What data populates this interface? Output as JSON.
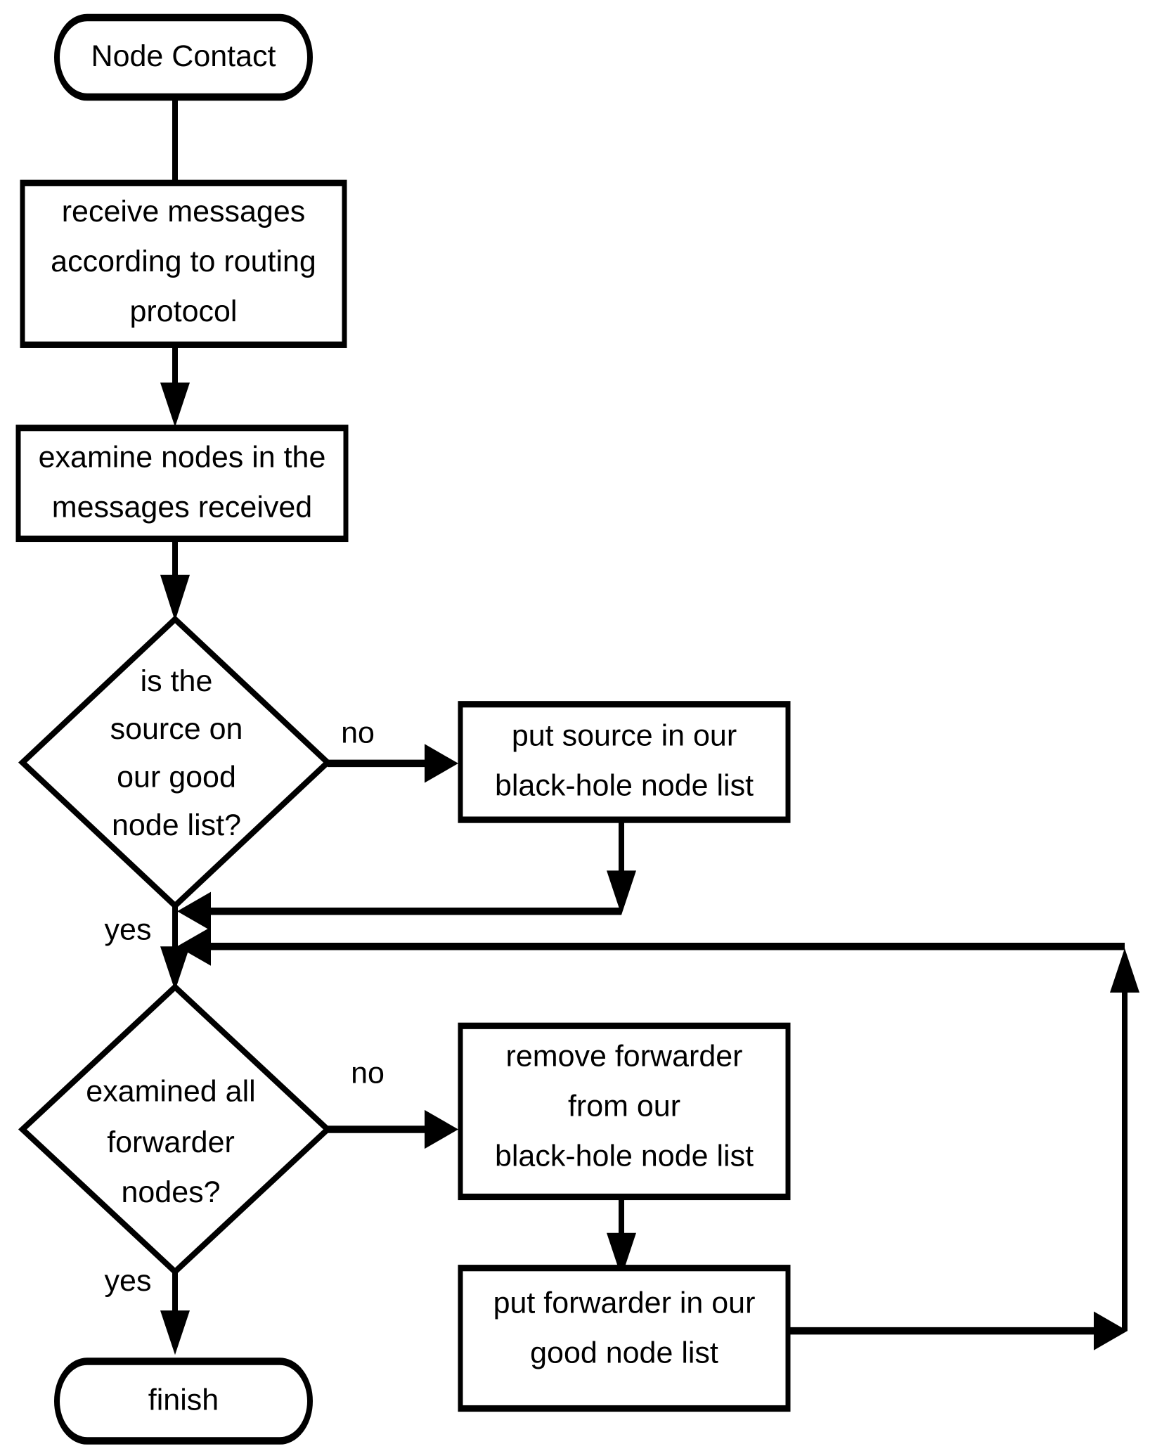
{
  "diagram": {
    "title": "Node Contact black-hole detection flowchart",
    "background_color": "#ffffff",
    "line_color": "#000000",
    "nodes": {
      "start": {
        "id": "start",
        "shape": "terminator",
        "label": "Node Contact"
      },
      "receive": {
        "id": "receive",
        "shape": "process",
        "line1": "receive messages",
        "line2": "according to routing",
        "line3": "protocol"
      },
      "examine": {
        "id": "examine",
        "shape": "process",
        "line1": "examine nodes in the",
        "line2": "messages received"
      },
      "decision_source": {
        "id": "decision_source",
        "shape": "decision",
        "line1": "is the",
        "line2": "source on",
        "line3": "our good",
        "line4": "node list?"
      },
      "put_source": {
        "id": "put_source",
        "shape": "process",
        "line1": "put source in our",
        "line2": "black-hole node list"
      },
      "decision_forwarder": {
        "id": "decision_forwarder",
        "shape": "decision",
        "line1": "examined all",
        "line2": "forwarder",
        "line3": "nodes?"
      },
      "remove_forwarder": {
        "id": "remove_forwarder",
        "shape": "process",
        "line1": "remove forwarder",
        "line2": "from our",
        "line3": "black-hole node list"
      },
      "put_forwarder": {
        "id": "put_forwarder",
        "shape": "process",
        "line1": "put forwarder in our",
        "line2": "good node list"
      },
      "finish": {
        "id": "finish",
        "shape": "terminator",
        "label": "finish"
      }
    },
    "edge_labels": {
      "source_no": "no",
      "source_yes": "yes",
      "forwarder_no": "no",
      "forwarder_yes": "yes"
    }
  }
}
